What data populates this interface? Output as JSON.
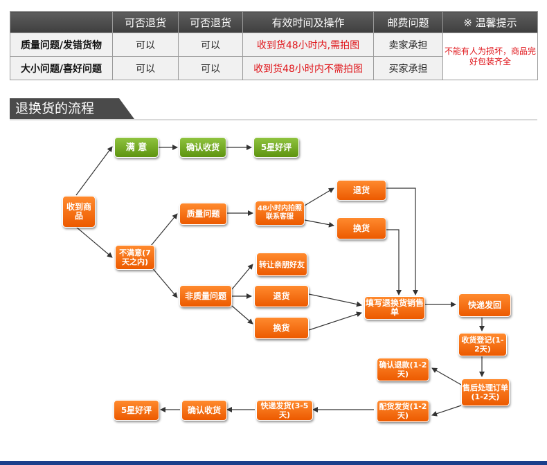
{
  "policy_table": {
    "headers": [
      "",
      "可否退货",
      "可否退货",
      "有效时间及操作",
      "邮费问题",
      "※ 温馨提示"
    ],
    "rows": [
      {
        "label": "质量问题/发错货物",
        "return": "可以",
        "exchange": "可以",
        "time_action": "收到货48小时内,需拍图",
        "postage": "卖家承担"
      },
      {
        "label": "大小问题/喜好问题",
        "return": "可以",
        "exchange": "可以",
        "time_action": "收到货48小时内不需拍图",
        "postage": "买家承担"
      }
    ],
    "tip": "不能有人为损坏，商品完好包装齐全"
  },
  "section_title": "退换货的流程",
  "flow": {
    "received": "收到商品",
    "satisfied": "满 意",
    "confirm_receipt_top": "确认收货",
    "five_star_top": "5星好评",
    "unsatisfied": "不满意(7天之内)",
    "quality_issue": "质量问题",
    "contact_48h": "48小时内拍照联系客服",
    "return_goods_q": "退货",
    "exchange_goods_q": "换货",
    "non_quality_issue": "非质量问题",
    "transfer_friends": "转让亲朋好友",
    "return_goods_nq": "退货",
    "exchange_goods_nq": "换货",
    "fill_form": "填写退换货销售单",
    "express_back": "快递发回",
    "receive_register": "收货登记(1-2天)",
    "after_sales": "售后处理订单(1-2天)",
    "confirm_refund": "确认退款(1-2天)",
    "ship_replacement": "配货发货(1-2天)",
    "express_ship": "快递发货(3-5天)",
    "confirm_receipt_bottom": "确认收货",
    "five_star_bottom": "5星好评"
  },
  "colors": {
    "node_orange": "#ec5a00",
    "node_green": "#5e9410",
    "header_gray": "#4a4a4a",
    "warning_red": "#e0161b"
  }
}
